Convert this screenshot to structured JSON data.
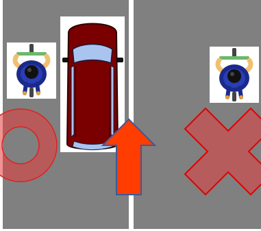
{
  "scene": {
    "left_lane": {
      "name": "left-lane",
      "cyclist": {
        "icon": "cyclist-icon"
      },
      "car": {
        "icon": "minivan-icon",
        "body_color": "#7a0000"
      },
      "arrow": {
        "icon": "up-arrow-icon",
        "direction": "up",
        "color": "#ff3d00"
      },
      "verdict": {
        "icon": "circle-mark-icon",
        "meaning": "correct",
        "color": "#e83a3a"
      }
    },
    "right_lane": {
      "name": "right-lane",
      "cyclist": {
        "icon": "cyclist-icon"
      },
      "verdict": {
        "icon": "cross-mark-icon",
        "meaning": "incorrect",
        "color": "#e83a3a"
      }
    },
    "colors": {
      "road": "#808080",
      "divider": "#ffffff",
      "tile_bg": "#ffffff"
    }
  }
}
